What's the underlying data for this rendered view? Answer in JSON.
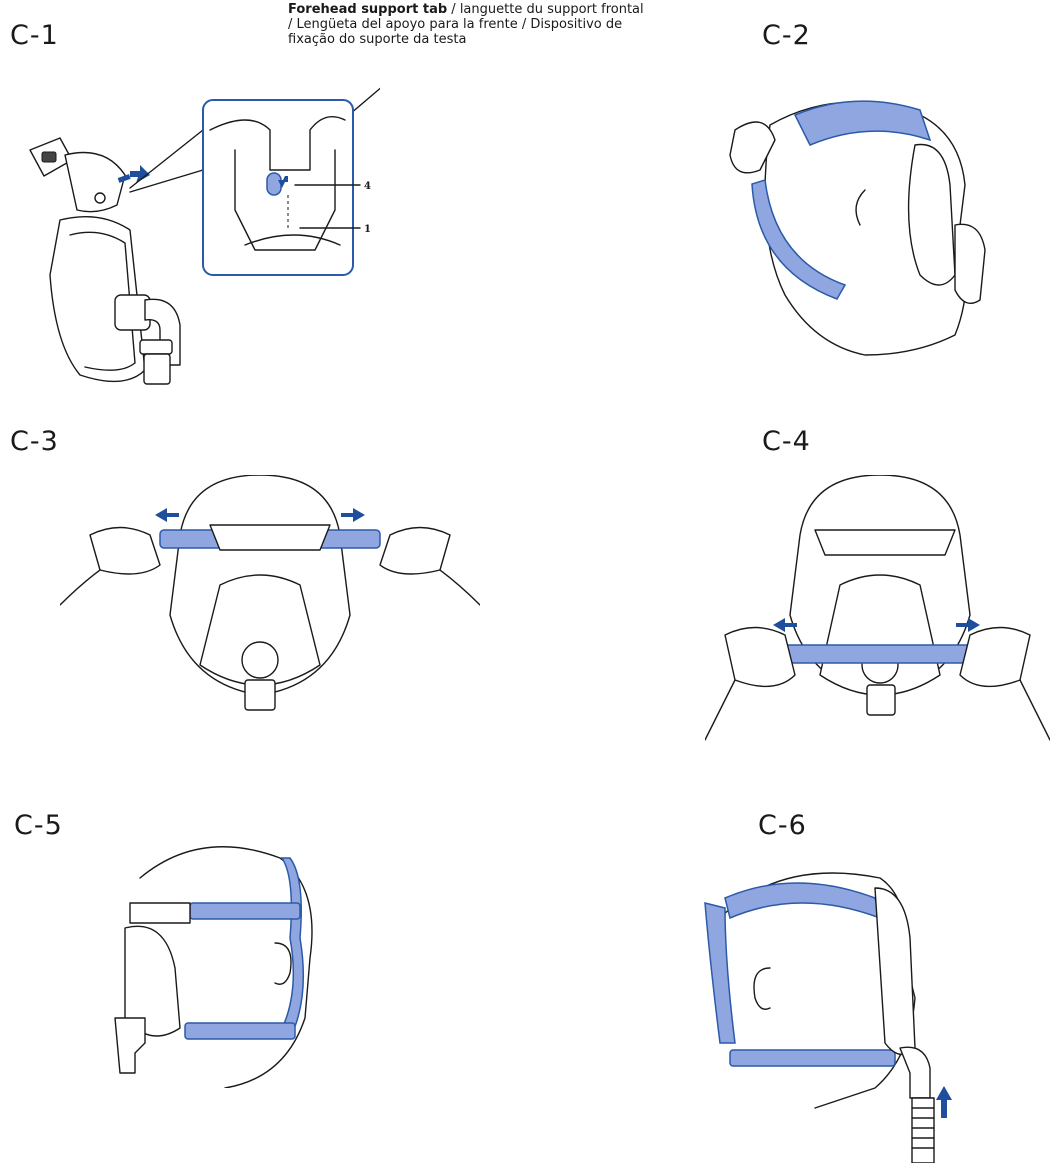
{
  "colors": {
    "strap_fill": "#8fa6e0",
    "strap_edge": "#2b5aa8",
    "arrow": "#1f4f9c",
    "line": "#1a1a1a"
  },
  "steps": [
    {
      "label": "C-1"
    },
    {
      "label": "C-2"
    },
    {
      "label": "C-3"
    },
    {
      "label": "C-4"
    },
    {
      "label": "C-5"
    },
    {
      "label": "C-6"
    }
  ],
  "callout": {
    "bold_text": "Forehead support tab",
    "rest_text": " / languette du support frontal / Lengüeta del apoyo para la frente / Dispositivo de fixação do suporte da testa"
  },
  "detail_labels": {
    "four": "4",
    "one": "1"
  },
  "icons": {
    "arrow": "arrow-icon",
    "mask": "full-face-mask-icon",
    "head": "head-outline-icon",
    "hand": "hand-icon"
  }
}
